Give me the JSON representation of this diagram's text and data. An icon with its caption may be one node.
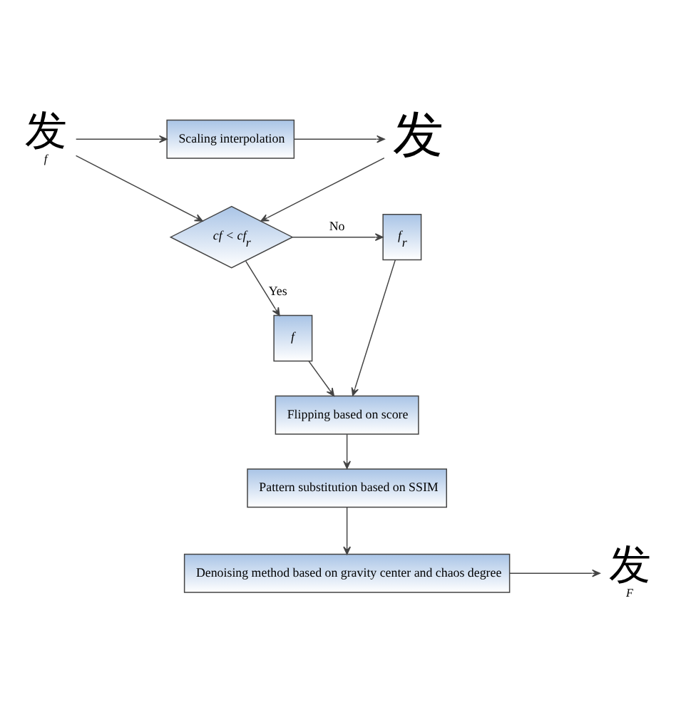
{
  "diagram": {
    "nodes": [
      {
        "text": [
          "发"
        ],
        "beside": [
          "f"
        ]
      },
      {
        "text": [
          "Scaling interpolation"
        ]
      },
      {
        "text": [
          "发"
        ]
      },
      {
        "text": [
          "cf < cf$_{r}$"
        ]
      },
      {
        "text": [
          "f$_{r}$"
        ]
      },
      {
        "text": [
          "f"
        ]
      },
      {
        "text": [
          "Flipping based on score"
        ]
      },
      {
        "text": [
          "Pattern substitution based on SSIM"
        ]
      },
      {
        "text": [
          "Denoising method based on gravity center and chaos degree"
        ]
      },
      {
        "text": [
          "发"
        ],
        "beside": [
          "F"
        ]
      }
    ],
    "edges": [
      {
        "from": 0,
        "to": 1,
        "arrow": "to"
      },
      {
        "from": 1,
        "to": 2,
        "arrow": "to"
      },
      {
        "from": 2,
        "to": 3,
        "arrow": "to"
      },
      {
        "from": 0,
        "to": 3,
        "arrow": "to"
      },
      {
        "from": 3,
        "to": 4,
        "arrow": "to",
        "label": "No"
      },
      {
        "from": 3,
        "to": 5,
        "arrow": "to",
        "label": "Yes"
      },
      {
        "from": 5,
        "to": 6,
        "arrow": "to"
      },
      {
        "from": 4,
        "to": 6,
        "arrow": "to"
      },
      {
        "from": 6,
        "to": 7,
        "arrow": "to"
      },
      {
        "from": 7,
        "to": 8,
        "arrow": "to"
      },
      {
        "from": 8,
        "to": 9,
        "arrow": "to"
      }
    ]
  }
}
